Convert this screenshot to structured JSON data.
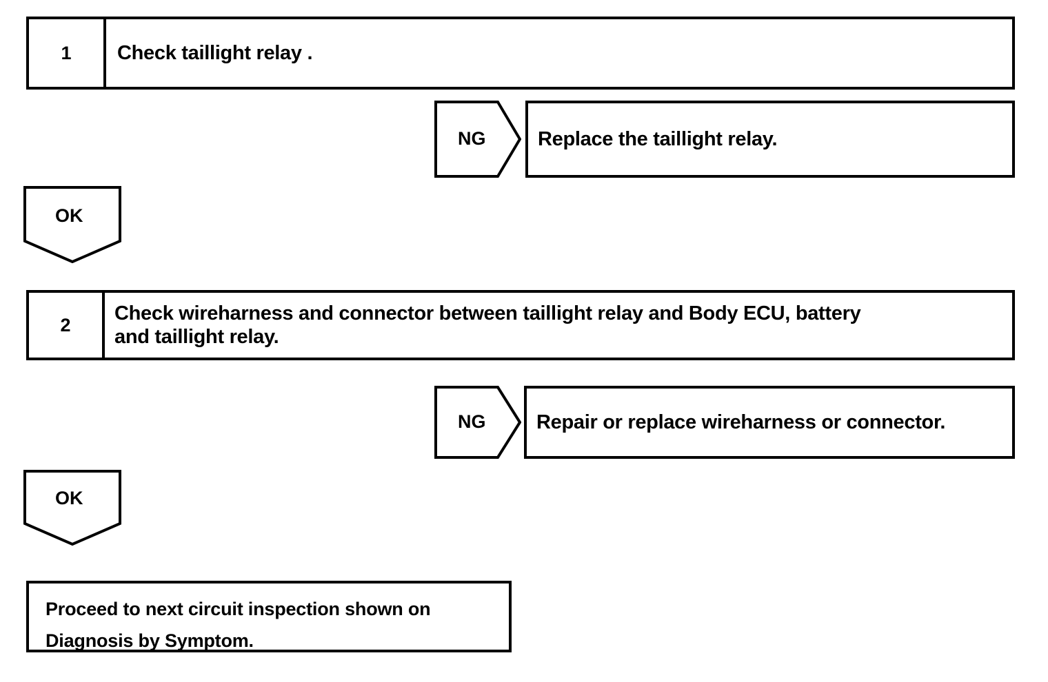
{
  "diagram": {
    "type": "troubleshooting-flowchart",
    "colors": {
      "stroke": "#000000",
      "background": "#ffffff",
      "text": "#000000"
    },
    "steps": [
      {
        "number": "1",
        "instruction": "Check taillight relay .",
        "ng_label": "NG",
        "ng_action": "Replace the taillight relay.",
        "ok_label": "OK"
      },
      {
        "number": "2",
        "instruction_line1": "Check wireharness and connector between taillight relay and Body ECU, battery",
        "instruction_line2": "and taillight relay.",
        "ng_label": "NG",
        "ng_action": "Repair or replace wireharness or connector.",
        "ok_label": "OK"
      }
    ],
    "final": {
      "line1": "Proceed to next circuit inspection shown on",
      "line2": "Diagnosis by Symptom."
    }
  }
}
